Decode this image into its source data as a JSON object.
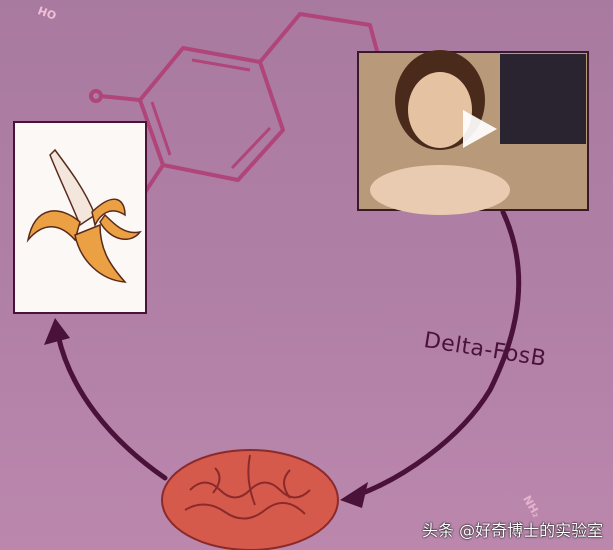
{
  "labels": {
    "pathway": "Delta-FosB",
    "hydroxyl": "OH",
    "amine": "NH₂",
    "watermark": "头条 @好奇博士的实验室"
  },
  "colors": {
    "molecule": "#b0457a",
    "arrow": "#4a1238",
    "brain": "#d65a4c",
    "banana": "#eca044"
  },
  "icons": {
    "video": "play-icon"
  }
}
